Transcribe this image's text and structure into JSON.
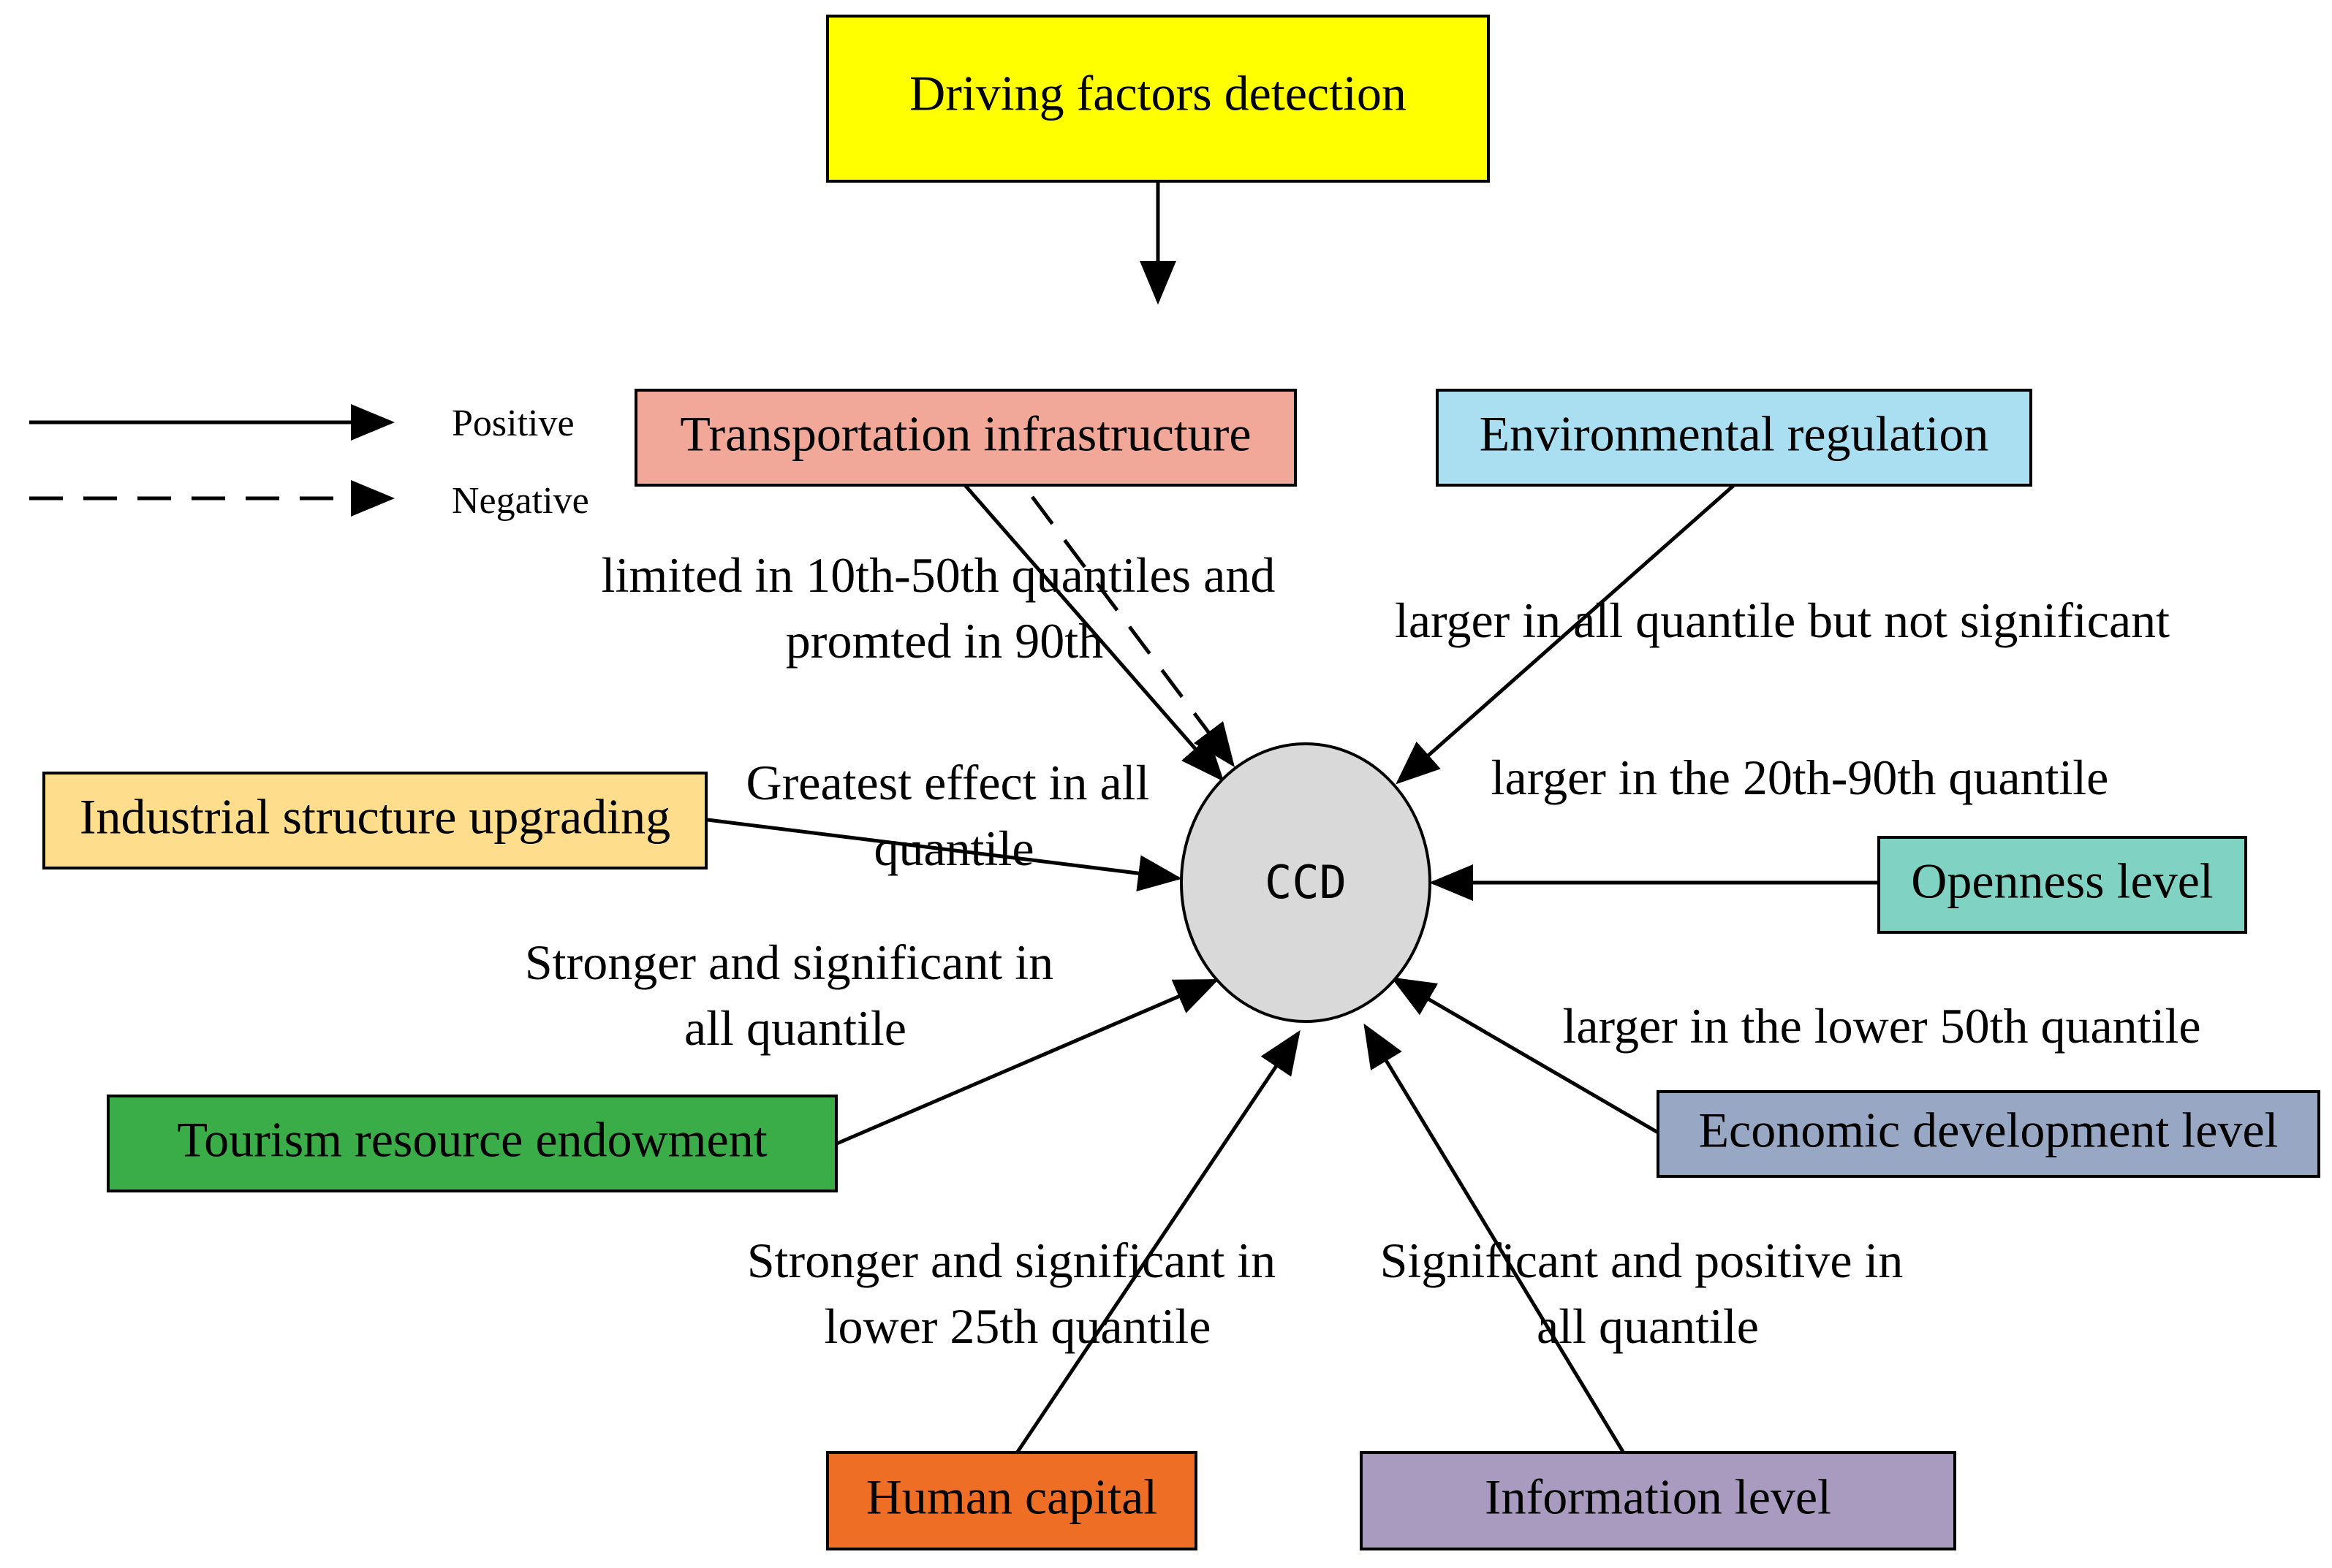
{
  "title_node": {
    "label": "Driving factors detection",
    "color": "#ffff00"
  },
  "center_node": {
    "label": "CCD",
    "color": "#d9d9d9"
  },
  "legend": {
    "positive_label": "Positive",
    "negative_label": "Negative"
  },
  "factors": [
    {
      "id": "transport",
      "label": "Transportation infrastructure",
      "color": "#f1a899",
      "note_lines": [
        "limited in 10th-50th quantiles and",
        "promted in 90th"
      ],
      "effects": [
        "positive",
        "negative"
      ]
    },
    {
      "id": "environment",
      "label": "Environmental regulation",
      "color": "#a9dff0",
      "note_lines": [
        "larger in all quantile but not significant"
      ],
      "effects": [
        "positive"
      ]
    },
    {
      "id": "industrial",
      "label": "Industrial structure upgrading",
      "color": "#fedd8d",
      "note_lines": [
        "Greatest effect in all",
        "quantile"
      ],
      "effects": [
        "positive"
      ]
    },
    {
      "id": "openness",
      "label": "Openness level",
      "color": "#80d3c2",
      "note_lines": [
        "larger in the 20th-90th quantile"
      ],
      "effects": [
        "positive"
      ]
    },
    {
      "id": "tourism",
      "label": "Tourism resource endowment",
      "color": "#3aac48",
      "note_lines": [
        "Stronger and significant in",
        "all quantile"
      ],
      "effects": [
        "positive"
      ]
    },
    {
      "id": "economic",
      "label": "Economic development level",
      "color": "#97a7c4",
      "note_lines": [
        "larger in the lower 50th quantile"
      ],
      "effects": [
        "positive"
      ]
    },
    {
      "id": "human",
      "label": "Human capital",
      "color": "#ef6e26",
      "note_lines": [
        "Stronger and significant in",
        "lower 25th quantile"
      ],
      "effects": [
        "positive"
      ]
    },
    {
      "id": "information",
      "label": "Information level",
      "color": "#a99bc0",
      "note_lines": [
        "Significant and positive in",
        "all quantile"
      ],
      "effects": [
        "positive"
      ]
    }
  ]
}
